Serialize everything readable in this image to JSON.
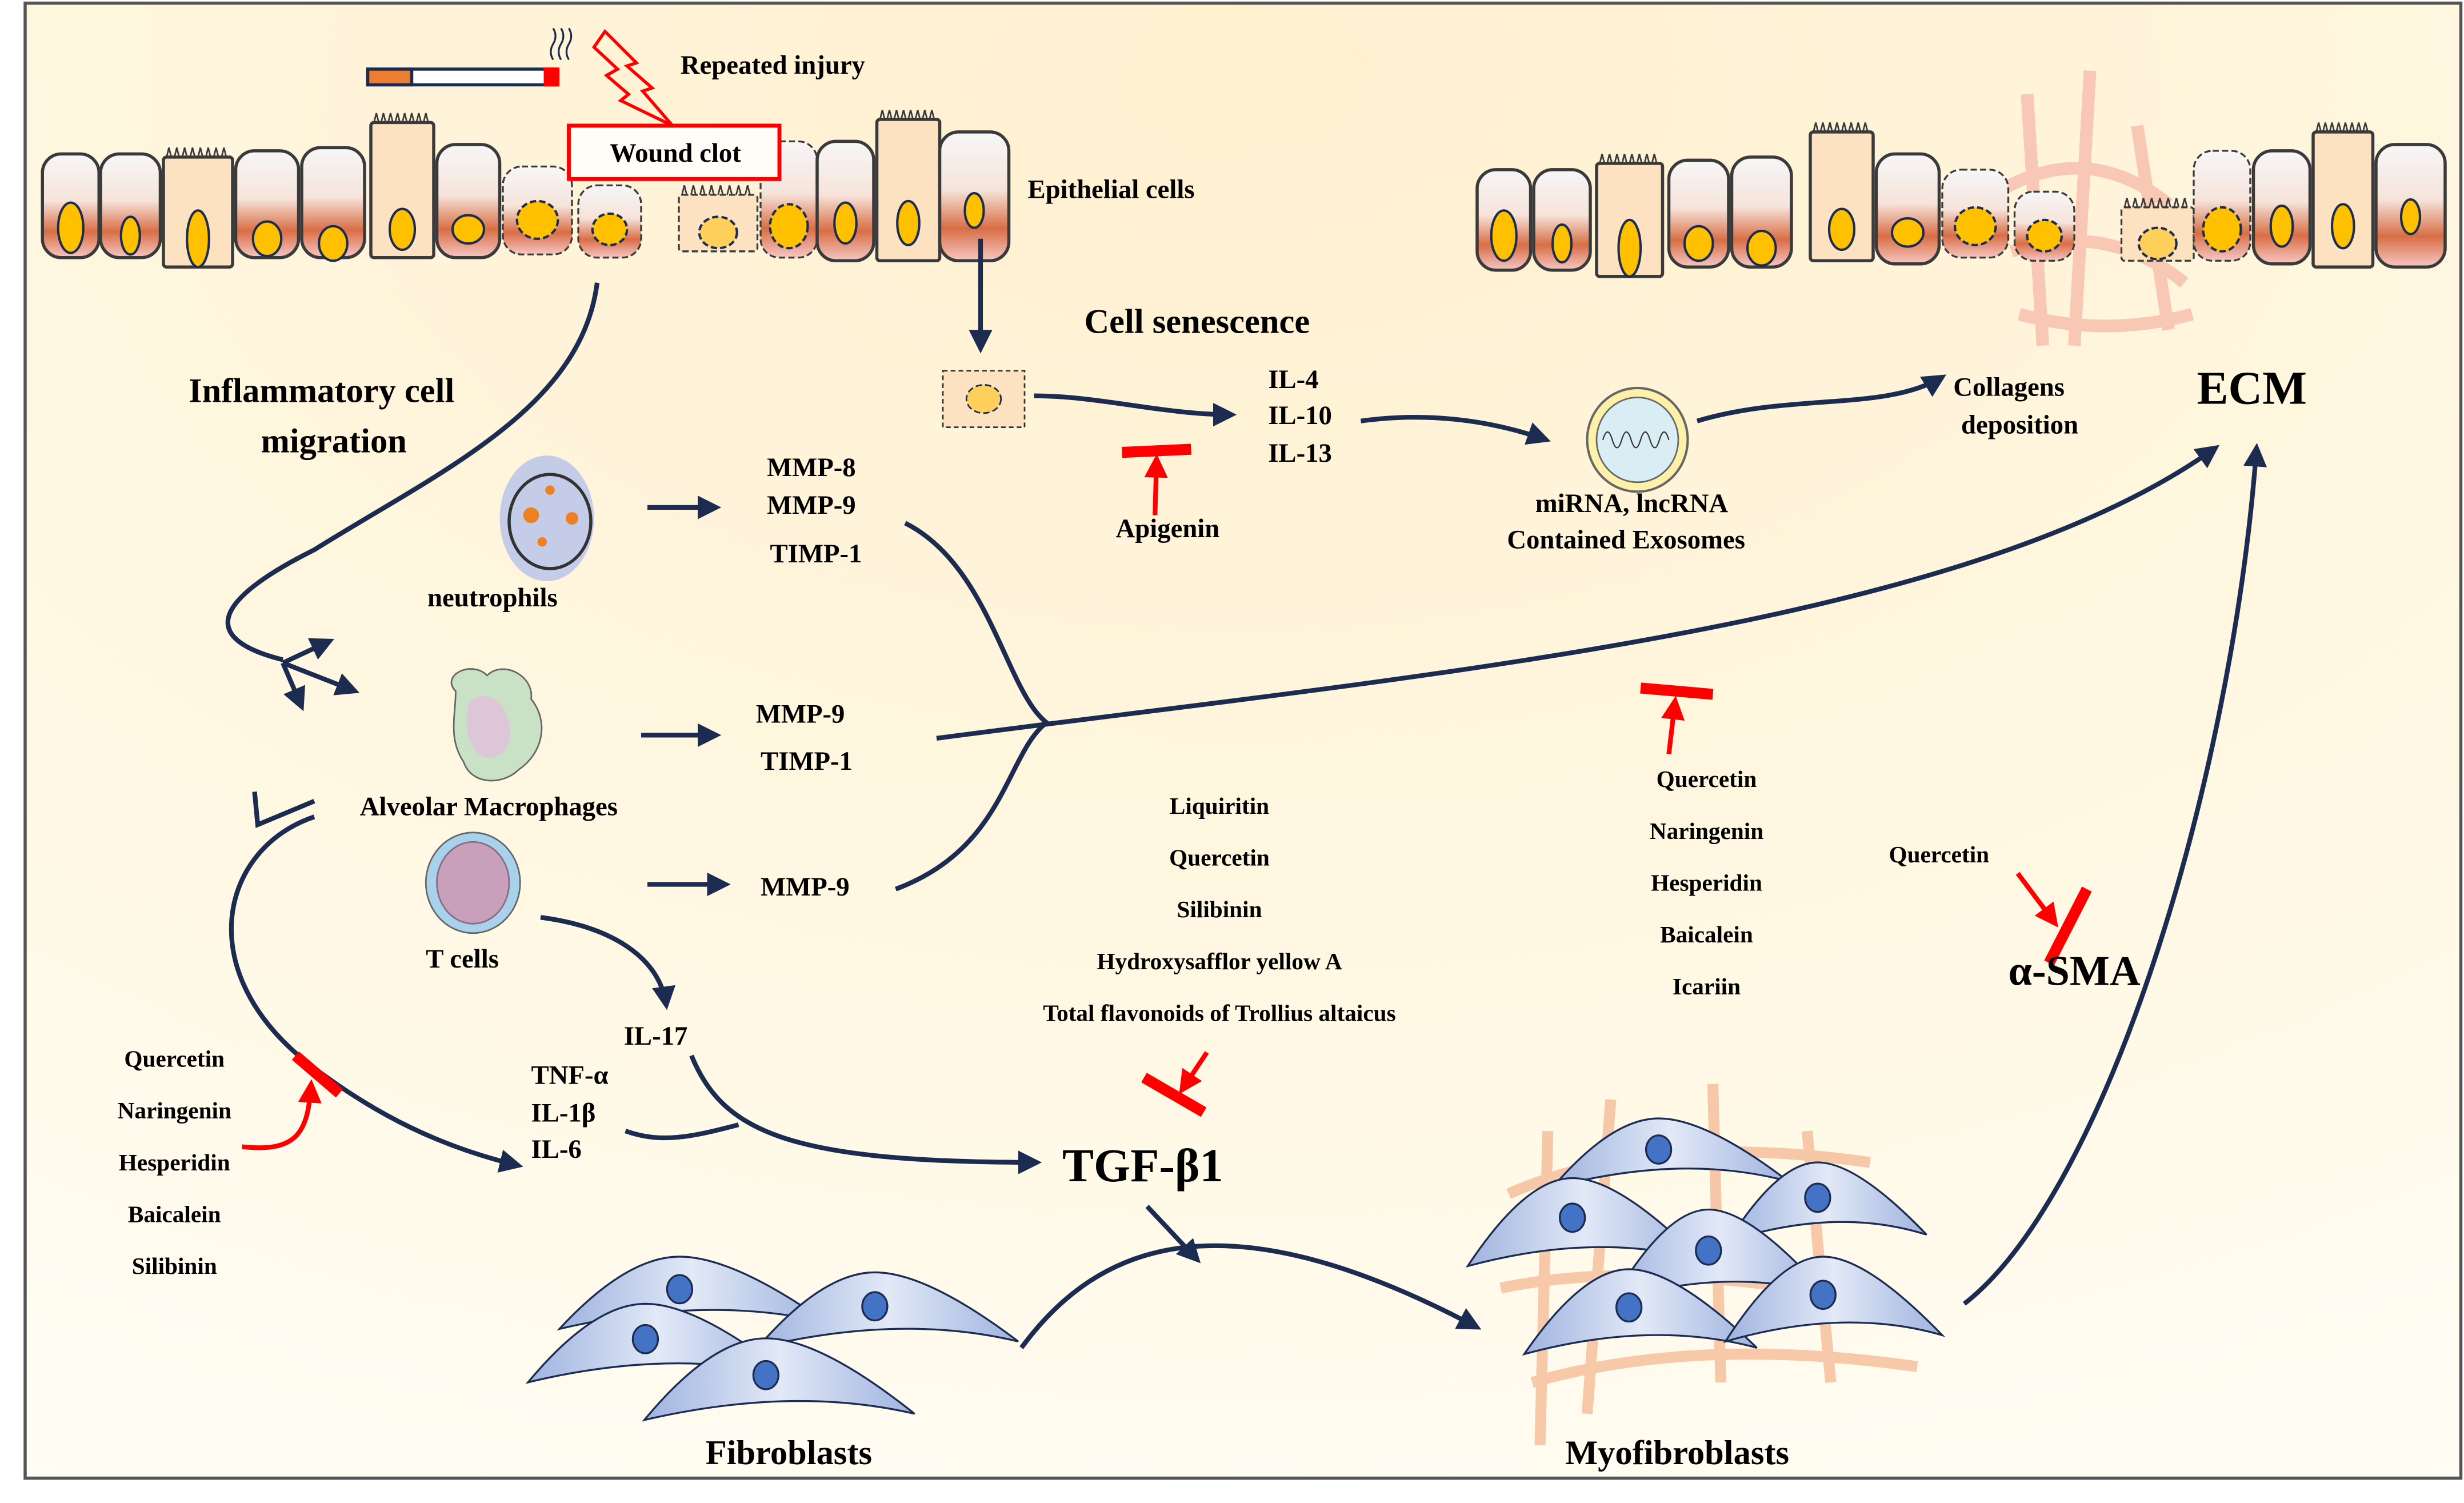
{
  "injury": {
    "label": "Repeated injury",
    "wound_clot": "Wound clot",
    "epithelial_label": "Epithelial cells"
  },
  "senescence": {
    "title": "Cell senescence",
    "cytokines": [
      "IL-4",
      "IL-10",
      "IL-13"
    ],
    "inhibitor": "Apigenin",
    "exosome_line1": "miRNA, lncRNA",
    "exosome_line2": "Contained Exosomes",
    "collagen_line1": "Collagens",
    "collagen_line2": "deposition"
  },
  "ecm": {
    "label": "ECM"
  },
  "inflammation": {
    "title_line1": "Inflammatory cell",
    "title_line2": "migration",
    "neutrophils": {
      "label": "neutrophils",
      "products": [
        "MMP-8",
        "MMP-9",
        "TIMP-1"
      ]
    },
    "macrophages": {
      "label": "Alveolar Macrophages",
      "products": [
        "MMP-9",
        "TIMP-1"
      ]
    },
    "tcells": {
      "label": "T cells",
      "products": [
        "MMP-9"
      ],
      "cytokine": "IL-17"
    },
    "proinflammatory": [
      "TNF-α",
      "IL-1β",
      "IL-6"
    ],
    "left_inhibitors": [
      "Quercetin",
      "Naringenin",
      "Hesperidin",
      "Baicalein",
      "Silibinin"
    ]
  },
  "ecm_inhibitors": [
    "Quercetin",
    "Naringenin",
    "Hesperidin",
    "Baicalein",
    "Icariin"
  ],
  "tgf": {
    "label": "TGF-β1",
    "inhibitors": [
      "Liquiritin",
      "Quercetin",
      "Silibinin",
      "Hydroxysafflor yellow A",
      "Total flavonoids of Trollius altaicus"
    ]
  },
  "asma": {
    "label": "α-SMA",
    "inhibitor": "Quercetin"
  },
  "fibroblasts": {
    "label": "Fibroblasts"
  },
  "myofibroblasts": {
    "label": "Myofibroblasts"
  },
  "colors": {
    "flow_arrow": "#1b2c50",
    "inhibition": "#ff0000",
    "background": "#fff6dc",
    "fibroblast": "#aabde6",
    "nucleus": "#4472c4",
    "collagen": "#f4b48c"
  }
}
